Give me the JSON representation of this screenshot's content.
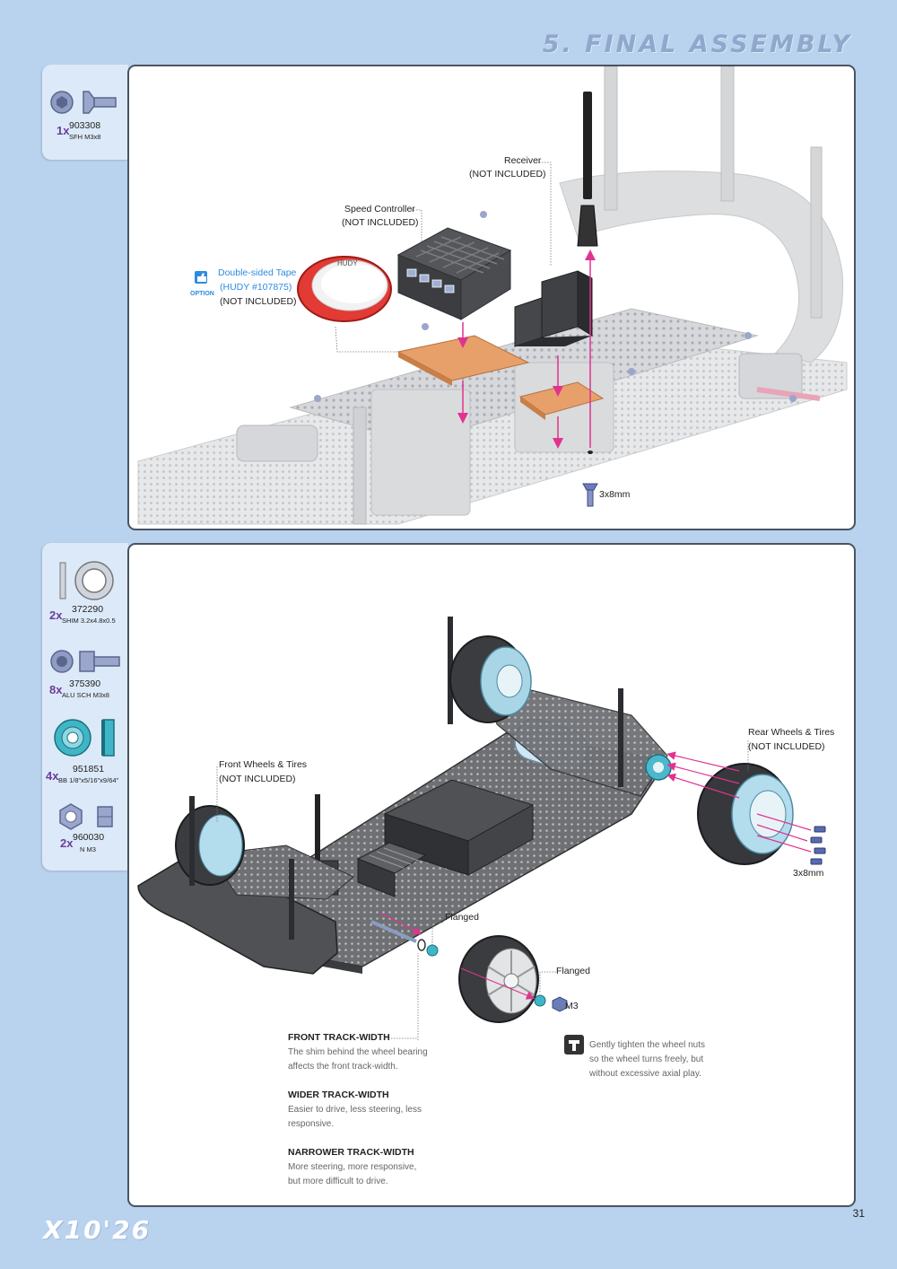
{
  "header": {
    "section_title": "5. FINAL ASSEMBLY"
  },
  "step1": {
    "parts": [
      {
        "qty": "1x",
        "part_number": "903308",
        "description": "SFH M3x8",
        "icon": "flat-head-screw-icon"
      }
    ],
    "labels": {
      "receiver": "Receiver",
      "receiver_note": "(NOT INCLUDED)",
      "speed_controller": "Speed Controller",
      "speed_controller_note": "(NOT INCLUDED)",
      "tape": "Double-sided Tape",
      "tape_ref": "(HUDY #107875)",
      "tape_note": "(NOT INCLUDED)",
      "option": "OPTION",
      "screw_size": "3x8mm"
    }
  },
  "step2": {
    "parts": [
      {
        "qty": "2x",
        "part_number": "372290",
        "description": "SHIM 3.2x4.8x0.5",
        "icon": "shim-icon"
      },
      {
        "qty": "8x",
        "part_number": "375390",
        "description": "ALU SCH M3x8",
        "icon": "socket-head-screw-icon"
      },
      {
        "qty": "4x",
        "part_number": "951851",
        "description": "BB 1/8\"x5/16\"x9/64\"",
        "icon": "ball-bearing-icon"
      },
      {
        "qty": "2x",
        "part_number": "960030",
        "description": "N M3",
        "icon": "nut-icon"
      }
    ],
    "labels": {
      "front_wheels": "Front Wheels & Tires",
      "front_wheels_note": "(NOT INCLUDED)",
      "rear_wheels": "Rear Wheels & Tires",
      "rear_wheels_note": "(NOT INCLUDED)",
      "screw_size": "3x8mm",
      "flanged_1": "Flanged",
      "flanged_2": "Flanged",
      "m3": "M3"
    },
    "notes": {
      "front_track_title": "FRONT TRACK-WIDTH",
      "front_track_text": "The shim behind the wheel bearing affects the front track-width.",
      "wider_title": "WIDER TRACK-WIDTH",
      "wider_text": "Easier to drive, less steering, less responsive.",
      "narrower_title": "NARROWER TRACK-WIDTH",
      "narrower_text": "More steering, more responsive, but more difficult to drive.",
      "tip": "Gently tighten the wheel nuts so the wheel turns freely, but without excessive axial play."
    }
  },
  "footer": {
    "logo": "X10'26",
    "page_number": "31"
  },
  "colors": {
    "background": "#b9d2ee",
    "tab": "#dce9f8",
    "arrow": "#e0338f",
    "tape": "#e8a06a",
    "accent": "#2e8be0",
    "qty": "#6a3d9a"
  }
}
